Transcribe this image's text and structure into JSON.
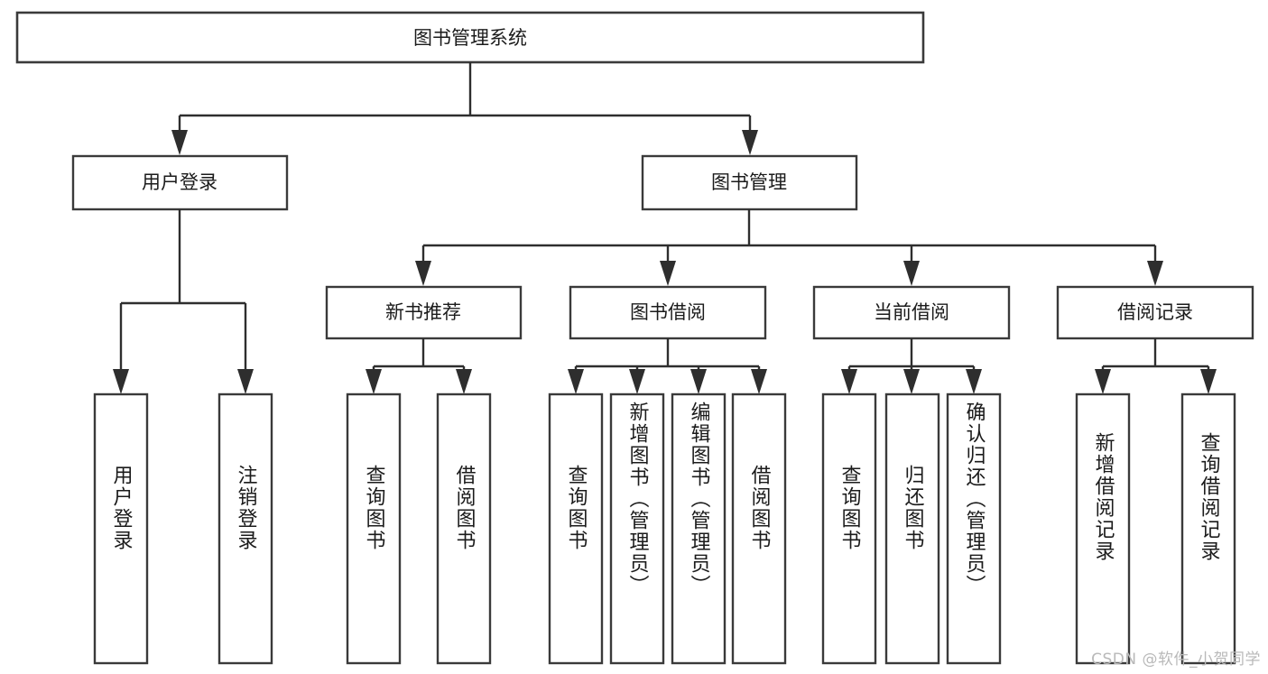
{
  "diagram": {
    "type": "tree-hierarchy",
    "orientation": "top-down",
    "root": {
      "id": "root",
      "label": "图书管理系统"
    },
    "level2": [
      {
        "id": "user-login",
        "label": "用户登录"
      },
      {
        "id": "book-management",
        "label": "图书管理"
      }
    ],
    "level3": [
      {
        "id": "new-book-recommend",
        "label": "新书推荐",
        "parent": "book-management"
      },
      {
        "id": "book-borrow",
        "label": "图书借阅",
        "parent": "book-management"
      },
      {
        "id": "current-borrow",
        "label": "当前借阅",
        "parent": "book-management"
      },
      {
        "id": "borrow-record",
        "label": "借阅记录",
        "parent": "book-management"
      }
    ],
    "leaves": {
      "user-login": [
        {
          "id": "leaf-user-login",
          "label": "用户登录"
        },
        {
          "id": "leaf-user-logout",
          "label": "注销登录"
        }
      ],
      "new-book-recommend": [
        {
          "id": "leaf-query-book-1",
          "label": "查询图书"
        },
        {
          "id": "leaf-borrow-book-1",
          "label": "借阅图书"
        }
      ],
      "book-borrow": [
        {
          "id": "leaf-query-book-2",
          "label": "查询图书"
        },
        {
          "id": "leaf-add-book",
          "label": "新增图书（管理员）"
        },
        {
          "id": "leaf-edit-book",
          "label": "编辑图书（管理员）"
        },
        {
          "id": "leaf-borrow-book-2",
          "label": "借阅图书"
        }
      ],
      "current-borrow": [
        {
          "id": "leaf-query-book-3",
          "label": "查询图书"
        },
        {
          "id": "leaf-return-book",
          "label": "归还图书"
        },
        {
          "id": "leaf-confirm-return",
          "label": "确认归还（管理员）"
        }
      ],
      "borrow-record": [
        {
          "id": "leaf-add-record",
          "label": "新增借阅记录"
        },
        {
          "id": "leaf-query-record",
          "label": "查询借阅记录"
        }
      ]
    }
  },
  "watermark": {
    "text": "CSDN @软件_小贺同学"
  },
  "colors": {
    "box_stroke": "#3a3a3a",
    "connector": "#2e2e2e",
    "text": "#1b1b1b",
    "background": "#ffffff",
    "watermark": "#b9b9b9"
  }
}
